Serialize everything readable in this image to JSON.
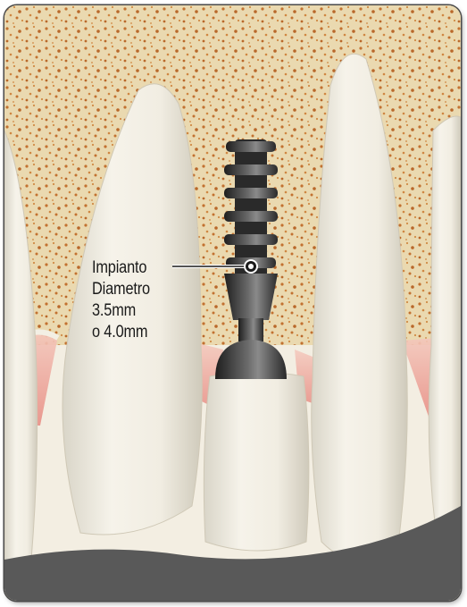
{
  "label": {
    "line1": "Impianto",
    "line2": "Diametro",
    "line3": "3.5mm",
    "line4": "o 4.0mm"
  },
  "colors": {
    "bone": "#ead9b0",
    "bone_speckle": "#c0702a",
    "gum": "#f2b8ab",
    "tooth": "#f1ede2",
    "implant": "#3a3a3a",
    "base": "#595959"
  }
}
